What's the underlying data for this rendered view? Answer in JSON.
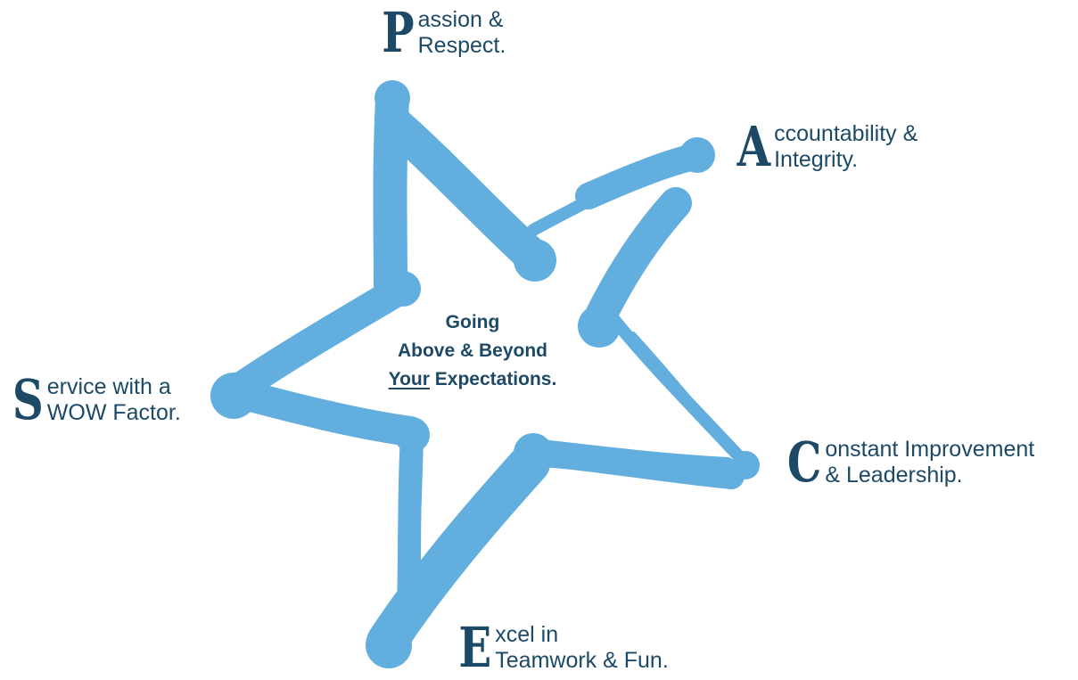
{
  "star": {
    "color": "#62aede",
    "tagline": {
      "line1": "Going",
      "line2": "Above & Beyond",
      "line3_emphasis": "Your",
      "line3_rest": " Expectations."
    }
  },
  "text_color": "#1c4a66",
  "values": [
    {
      "initial": "P",
      "line1": "assion &",
      "line2": "Respect."
    },
    {
      "initial": "A",
      "line1": "ccountability &",
      "line2": "Integrity."
    },
    {
      "initial": "C",
      "line1": "onstant Improvement",
      "line2": "& Leadership."
    },
    {
      "initial": "E",
      "line1": "xcel in",
      "line2": "Teamwork & Fun."
    },
    {
      "initial": "S",
      "line1": "ervice with a",
      "line2": "WOW Factor."
    }
  ]
}
